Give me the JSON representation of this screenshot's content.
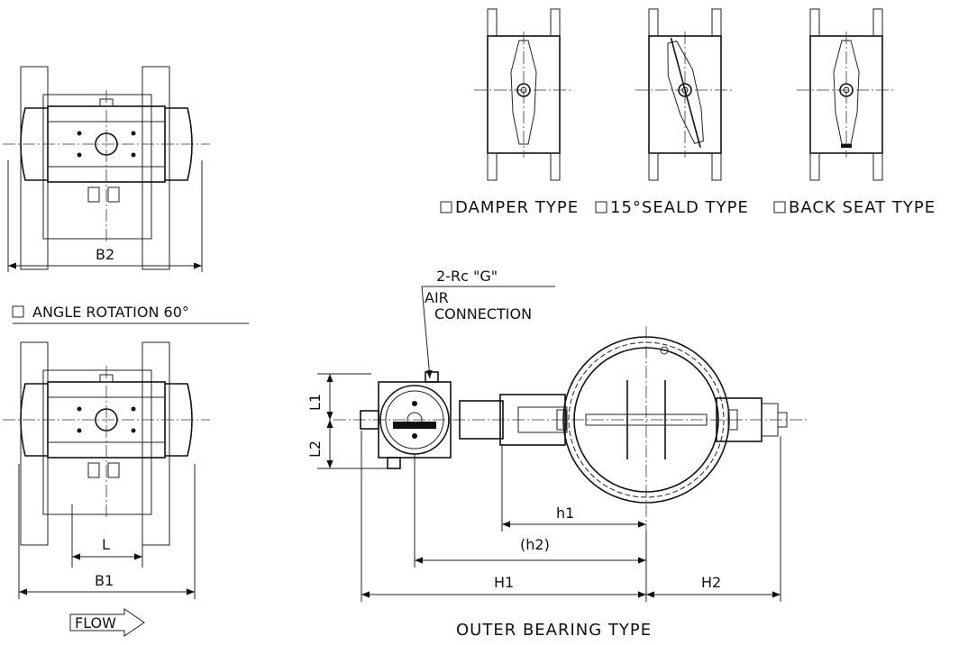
{
  "drawing": {
    "section_types": {
      "damper": "DAMPER TYPE",
      "sealed": "15°SEALD TYPE",
      "back_seat": "BACK SEAT TYPE"
    },
    "rotation_option": "ANGLE ROTATION 60°",
    "air_connection": {
      "port": "2-Rc \"G\"",
      "line1": "AIR",
      "line2": "CONNECTION"
    },
    "dimensions": {
      "b2": "B2",
      "b1": "B1",
      "l": "L",
      "l1": "L1",
      "l2": "L2",
      "h1_small": "h1",
      "h2_small": "(h2)",
      "h1": "H1",
      "h2": "H2"
    },
    "flow_label": "FLOW",
    "main_view_title": "OUTER BEARING TYPE"
  }
}
